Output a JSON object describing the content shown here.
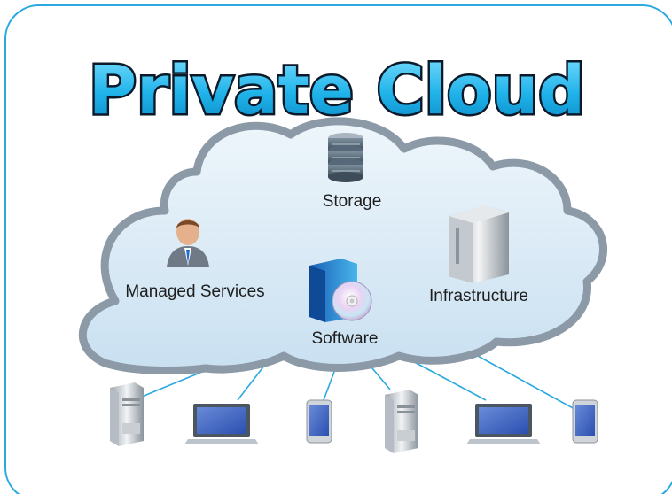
{
  "title": "Private Cloud",
  "services": {
    "storage": "Storage",
    "managed": "Managed Services",
    "software": "Software",
    "infrastructure": "Infrastructure"
  },
  "colors": {
    "frame": "#2aa9e0",
    "title_fill": "#1fb3ea",
    "title_outline": "#0a1a2a",
    "cloud_fill": "#d6e8f5",
    "cloud_stroke": "#8c99a6",
    "connector": "#2aa9e0"
  },
  "devices": [
    {
      "type": "server-tower",
      "icon": "server-icon"
    },
    {
      "type": "laptop",
      "icon": "laptop-icon"
    },
    {
      "type": "phone",
      "icon": "phone-icon"
    },
    {
      "type": "server-tower",
      "icon": "server-icon"
    },
    {
      "type": "laptop",
      "icon": "laptop-icon"
    },
    {
      "type": "phone",
      "icon": "phone-icon"
    }
  ]
}
